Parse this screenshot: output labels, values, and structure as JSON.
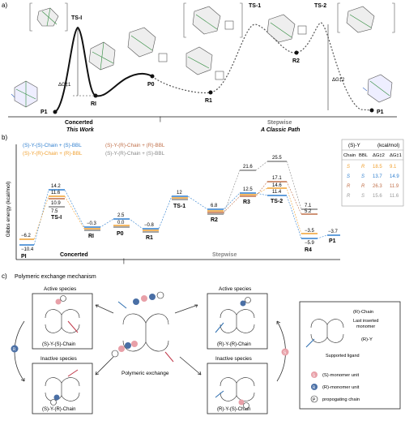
{
  "panel_a": {
    "label": "a)",
    "ts1_left": "TS-I",
    "ri": "RI",
    "p0": "P0",
    "r1": "R1",
    "r2": "R2",
    "ts1": "TS-1",
    "ts2": "TS-2",
    "p1_left": "P1",
    "p1_right": "P1",
    "dg1": "ΔG‡1",
    "dg2": "ΔG‡2",
    "concerted": "Concerted",
    "this_work": "This Work",
    "stepwise": "Stepwise",
    "classic_path": "A Classic Path",
    "divider": "|"
  },
  "panel_b": {
    "label": "b)",
    "ylabel": "Gibbs energy (kcal/mol)",
    "legend": [
      {
        "text": "(S)-Y-(S)-Chain + (S)-BBL",
        "color": "#2f7fcf"
      },
      {
        "text": "(S)-Y-(R)-Chain + (R)-BBL",
        "color": "#f0a030"
      },
      {
        "text": "(S)-Y-(R)-Chain + (R)-BBL",
        "color": "#c0704a"
      },
      {
        "text": "(S)-Y-(R)-Chain + (S)-BBL",
        "color": "#888888"
      }
    ],
    "state_labels": [
      "PI",
      "TS-I",
      "RI",
      "P0",
      "R1",
      "TS-1",
      "R2",
      "R3",
      "TS-2",
      "R4",
      "P1"
    ],
    "values_text": {
      "pi_a": "−6.2",
      "pi_b": "−10.4",
      "tsi_a": "14.2",
      "tsi_b": "11.6",
      "tsi_c": "10.9",
      "tsi_d": "7.5",
      "ri": "−0.3",
      "p0_a": "2.5",
      "p0_b": "0.0",
      "r1": "−0.8",
      "ts1": "12",
      "r2": "6.8",
      "r3_a": "21.6",
      "r3_b": "12.5",
      "ts2_a": "25.5",
      "ts2_b": "17.1",
      "ts2_c": "14.6",
      "ts2_d": "11.4",
      "r4_a": "7.1",
      "r4_b": "5.2",
      "r4_c": "−3.5",
      "r4_d": "−5.9",
      "p1": "−3.7"
    },
    "concerted": "Concerted",
    "stepwise": "Stepwise",
    "divider": "|",
    "table": {
      "title": "(S)-Y",
      "unit": "(kcal/mol)",
      "headers": [
        "Chain",
        "BBL",
        "ΔG‡2",
        "ΔG‡1"
      ],
      "rows": [
        {
          "chain": "S",
          "bbl": "R",
          "g2": "18.5",
          "g1": "9.1",
          "color": "#f0a030"
        },
        {
          "chain": "S",
          "bbl": "S",
          "g2": "13.7",
          "g1": "14.9",
          "color": "#2f7fcf"
        },
        {
          "chain": "R",
          "bbl": "R",
          "g2": "26.3",
          "g1": "11.9",
          "color": "#c0704a"
        },
        {
          "chain": "R",
          "bbl": "S",
          "g2": "15.6",
          "g1": "11.6",
          "color": "#999999"
        }
      ]
    }
  },
  "panel_c": {
    "label": "c)",
    "title": "Polymeric exchange mechanism",
    "active_left": "Active species",
    "active_right": "Active species",
    "inactive_left": "Inactive species",
    "inactive_right": "Inactive species",
    "cap_tl": "(S)-Y-(S)-Chain",
    "cap_tr": "(R)-Y-(R)-Chain",
    "cap_bl": "(S)-Y-(R)-Chain",
    "cap_br": "(R)-Y-(S)-Chain",
    "center": "Polymeric exchange",
    "legend": {
      "r_chain": "(R)-Chain",
      "last_monomer_1": "Last inserted",
      "last_monomer_2": "monomer",
      "r_y": "(R)-Y",
      "supported": "Supported ligand",
      "s_unit": "(S)-monomer unit",
      "r_unit": "(R)-monomer unit",
      "p_chain": "propogating chain"
    },
    "glyph_s": "S",
    "glyph_r": "R",
    "glyph_p": "P",
    "colors": {
      "s_unit": "#e8a0a8",
      "r_unit": "#4a6fa5"
    }
  }
}
